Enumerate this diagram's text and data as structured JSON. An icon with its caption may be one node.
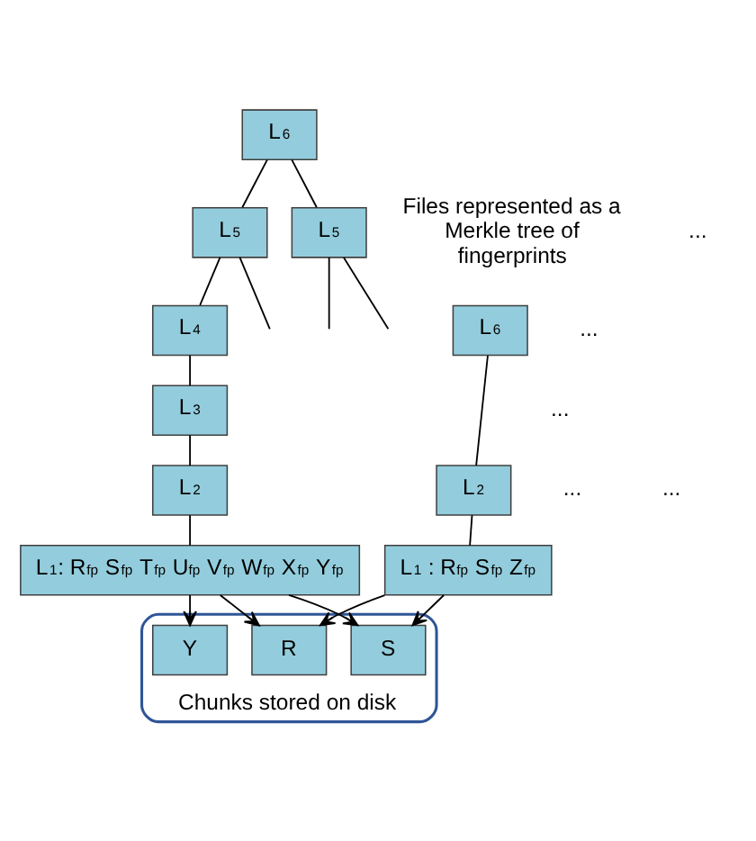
{
  "diagram": {
    "nodes": [
      {
        "text": [
          "L$_{6}$"
        ]
      },
      {
        "text": [
          "L$_{5}$"
        ]
      },
      {
        "text": [
          "L$_{5}$"
        ]
      },
      {
        "text": [
          "L$_{4}$"
        ]
      },
      {
        "text": [
          "L$_{3}$"
        ]
      },
      {
        "text": [
          "L$_{2}$"
        ]
      },
      {
        "text": [
          "L$_{1}$: R$_{fp}$ S$_{fp}$ T$_{fp}$ U$_{fp}$ V$_{fp}$ W$_{fp}$ X$_{fp}$ Y$_{fp}$"
        ]
      },
      {
        "text": [
          "L$_{6}$"
        ]
      },
      {
        "text": [
          "L$_{2}$"
        ]
      },
      {
        "text": [
          "L$_{1}$ : R$_{fp}$ S$_{fp}$ Z$_{fp}$"
        ]
      },
      {
        "text": [
          "Chunks stored on disk"
        ]
      },
      {
        "text": [
          "R"
        ],
        "in": 10
      },
      {
        "text": [
          "Y"
        ],
        "in": 10
      },
      {
        "text": [
          "S"
        ],
        "in": 10
      }
    ],
    "edges": [
      {
        "from": 0,
        "to": 1,
        "arrow": "none"
      },
      {
        "from": 0,
        "to": 2,
        "arrow": "none"
      },
      {
        "from": 1,
        "to": 3,
        "arrow": "none"
      },
      {
        "from": 1,
        "to": null,
        "arrow": "none"
      },
      {
        "from": 2,
        "to": null,
        "arrow": "none"
      },
      {
        "from": 2,
        "to": null,
        "arrow": "none"
      },
      {
        "from": 3,
        "to": 4,
        "arrow": "none"
      },
      {
        "from": 4,
        "to": 5,
        "arrow": "none"
      },
      {
        "from": 5,
        "to": 6,
        "arrow": "none"
      },
      {
        "from": 7,
        "to": 8,
        "arrow": "none"
      },
      {
        "from": 8,
        "to": 9,
        "arrow": "none"
      },
      {
        "from": 6,
        "to": 11,
        "arrow": "to"
      },
      {
        "from": 6,
        "to": 13,
        "arrow": "to"
      },
      {
        "from": 6,
        "to": 12,
        "arrow": "to"
      },
      {
        "from": 9,
        "to": 11,
        "arrow": "to"
      },
      {
        "from": 9,
        "to": 13,
        "arrow": "to"
      }
    ],
    "labels": [
      "...",
      "Files represented as a Merkle tree of fingerprints",
      "...",
      "...",
      "...",
      "..."
    ]
  }
}
